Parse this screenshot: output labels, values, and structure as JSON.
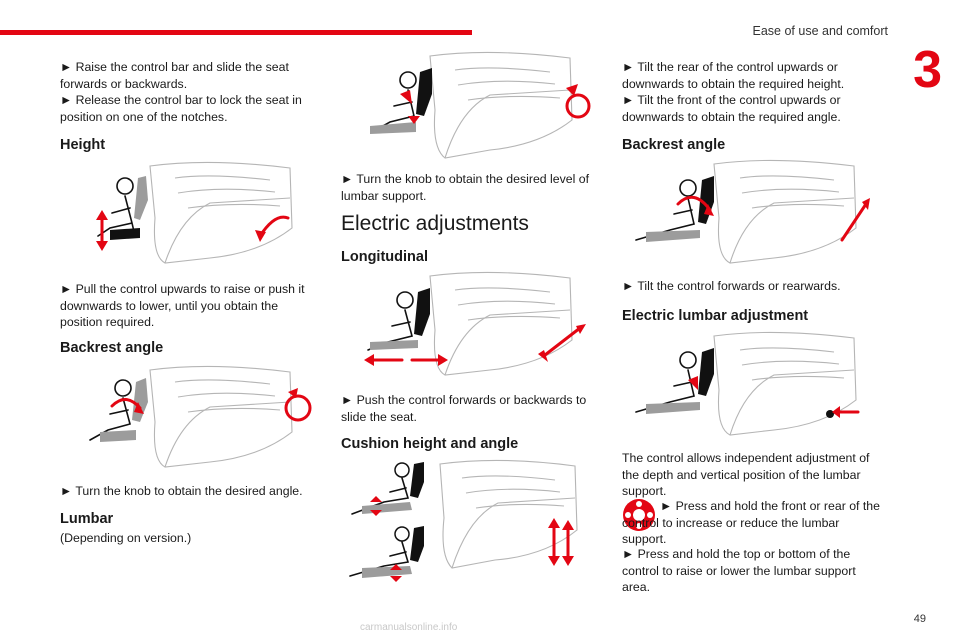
{
  "header": {
    "section_title": "Ease of use and comfort",
    "chapter_number": "3",
    "page_number": "49",
    "watermark": "carmanualsonline.info"
  },
  "col1": {
    "p1": "► Raise the control bar and slide the seat forwards or backwards.",
    "p2": "► Release the control bar to lock the seat in position on one of the notches.",
    "h_height": "Height",
    "p_height": "► Pull the control upwards to raise or push it downwards to lower, until you obtain the position required.",
    "h_backrest": "Backrest angle",
    "p_backrest": "► Turn the knob to obtain the desired angle.",
    "h_lumbar": "Lumbar",
    "p_lumbar": "(Depending on version.)"
  },
  "col2": {
    "p_lumbar_knob": "► Turn the knob to obtain the desired level of lumbar support.",
    "h_electric": "Electric adjustments",
    "h_longitudinal": "Longitudinal",
    "p_longitudinal": "► Push the control forwards or backwards to slide the seat.",
    "h_cushion": "Cushion height and angle"
  },
  "col3": {
    "p1": "► Tilt the rear of the control upwards or downwards to obtain the required height.",
    "p2": "► Tilt the front of the control upwards or downwards to obtain the required angle.",
    "h_backrest": "Backrest angle",
    "p_backrest": "► Tilt the control forwards or rearwards.",
    "h_elec_lumbar": "Electric lumbar adjustment",
    "p_control": "The control allows independent adjustment of the depth and vertical position of the lumbar support.",
    "p_press_front": "► Press and hold the front or rear of the control to increase or reduce the lumbar support.",
    "p_press_top": "► Press and hold the top or bottom of the control to raise or lower the lumbar support area."
  },
  "colors": {
    "accent": "#e30613"
  }
}
